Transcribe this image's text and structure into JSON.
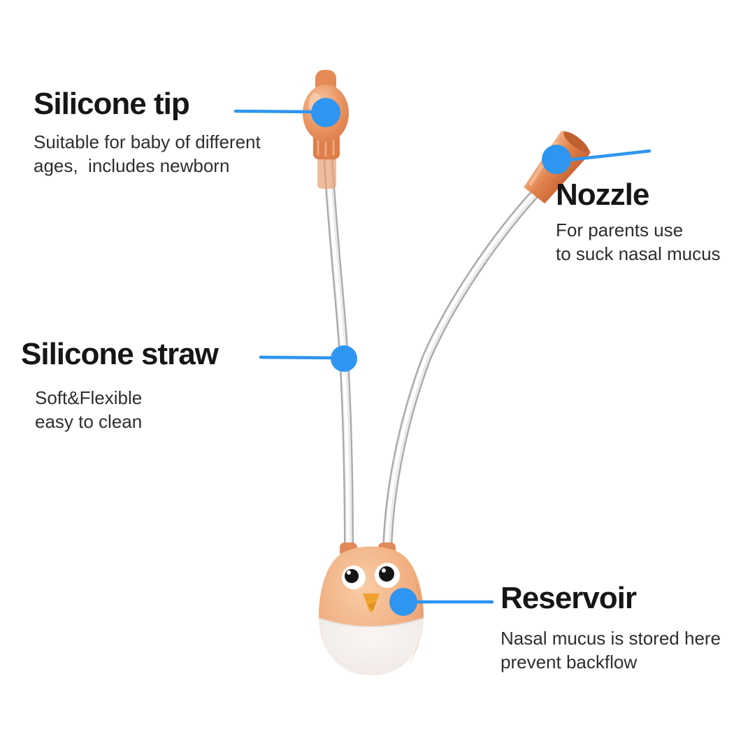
{
  "palette": {
    "accent_blue": "#2e96f0",
    "title_color": "#161616",
    "desc_color": "#2e2e2e",
    "product_orange": "#eda26f",
    "tip_orange": "#e1814d",
    "tube_gray": "#a8a8a8",
    "reservoir_white": "#f2ebe8",
    "beak_yellow": "#f0a22e"
  },
  "annotations": {
    "silicone_tip": {
      "title": "Silicone tip",
      "desc_lines": [
        "Suitable for baby of different",
        "ages,  includes newborn"
      ]
    },
    "nozzle": {
      "title": "Nozzle",
      "desc_lines": [
        "For parents use",
        "to suck nasal mucus"
      ]
    },
    "silicone_straw": {
      "title": "Silicone straw",
      "desc_lines": [
        "Soft&Flexible",
        "easy to clean"
      ]
    },
    "reservoir": {
      "title": "Reservoir",
      "desc_lines": [
        "Nasal mucus is stored here",
        "prevent backflow"
      ]
    }
  }
}
